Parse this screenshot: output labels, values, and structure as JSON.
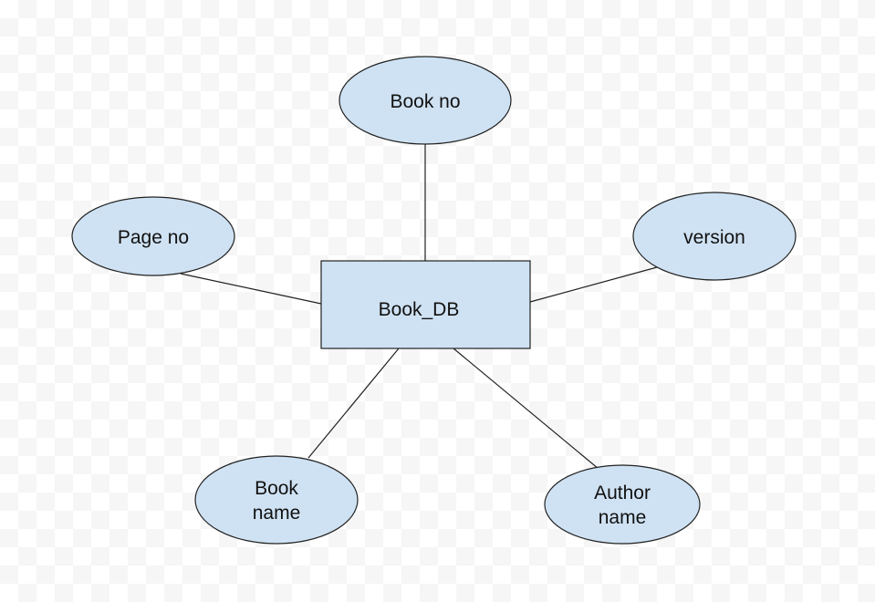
{
  "diagram": {
    "fill_color": "#cfe2f3",
    "entity": {
      "label": "Book_DB"
    },
    "attributes": {
      "book_no": {
        "label": "Book no"
      },
      "page_no": {
        "label": "Page no"
      },
      "version": {
        "label": "version"
      },
      "book_name": {
        "line1": "Book",
        "line2": "name"
      },
      "author_name": {
        "line1": "Author",
        "line2": "name"
      }
    }
  }
}
